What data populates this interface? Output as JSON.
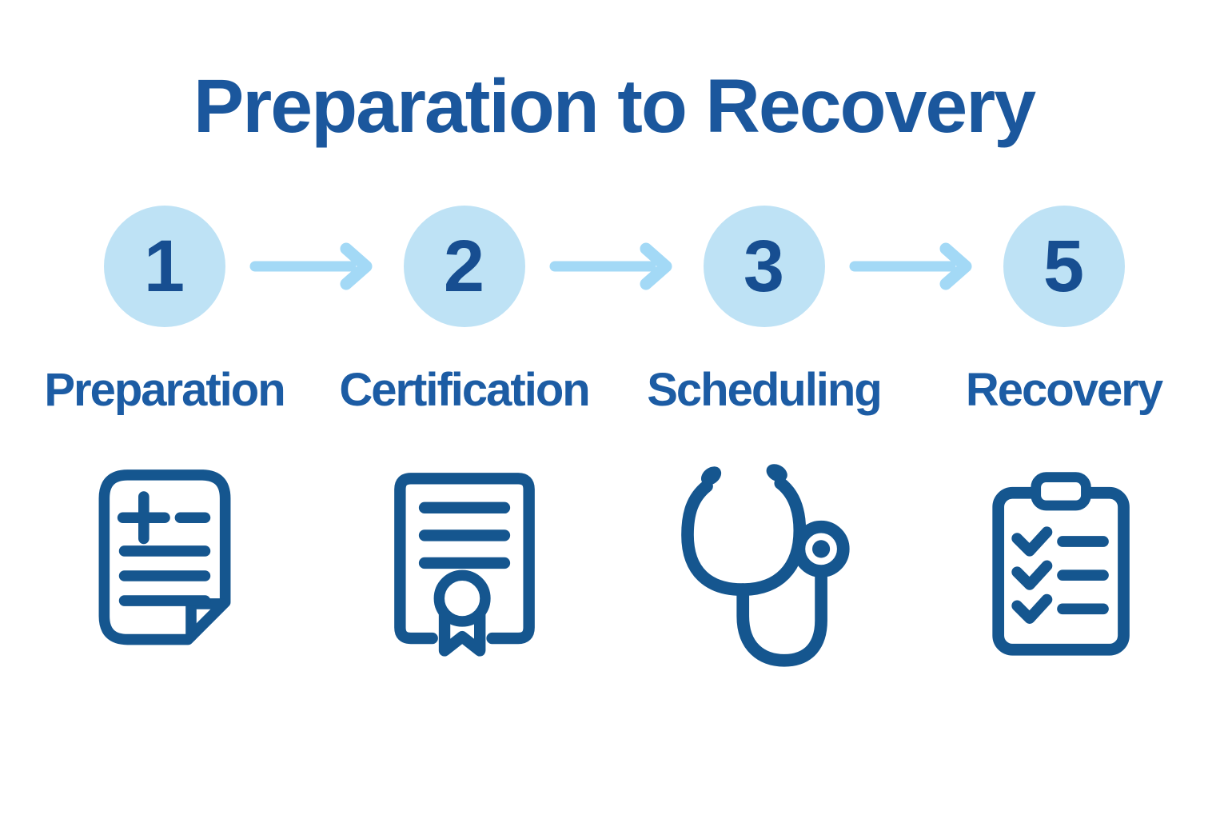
{
  "title": "Preparation to Recovery",
  "steps": [
    {
      "number": "1",
      "label": "Preparation",
      "icon": "medical-document-icon"
    },
    {
      "number": "2",
      "label": "Certification",
      "icon": "certificate-icon"
    },
    {
      "number": "3",
      "label": "Scheduling",
      "icon": "stethoscope-icon"
    },
    {
      "number": "5",
      "label": "Recovery",
      "icon": "checklist-clipboard-icon"
    }
  ],
  "connectors": [
    {
      "icon": "right-arrow-icon"
    },
    {
      "icon": "right-arrow-icon"
    },
    {
      "icon": "right-arrow-icon"
    }
  ],
  "colors": {
    "background": "#FFFFFF",
    "title_text": "#1B579D",
    "label_text": "#1C5CA4",
    "number_text": "#174E91",
    "circle_fill": "#BEE2F5",
    "arrow": "#A3D9F6",
    "icon_stroke": "#15568F"
  }
}
